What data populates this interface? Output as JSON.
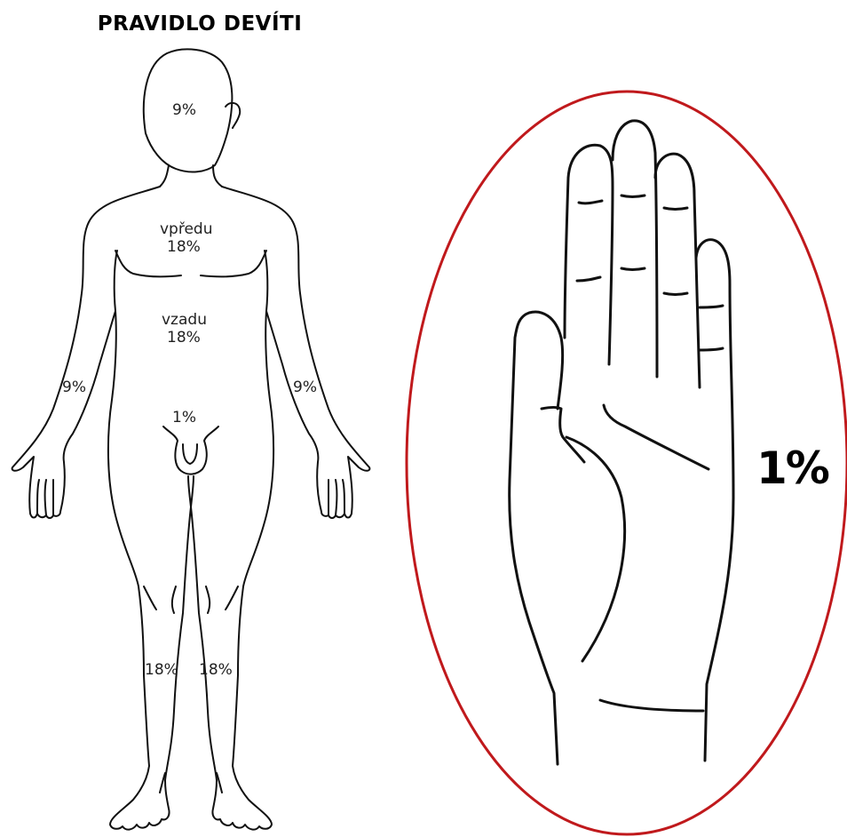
{
  "title": "PRAVIDLO DEVÍTI",
  "regions": {
    "head": "9%",
    "front_name": "vpředu",
    "front_pct": "18%",
    "back_name": "vzadu",
    "back_pct": "18%",
    "left_arm": "9%",
    "right_arm": "9%",
    "genital": "1%",
    "left_leg": "18%",
    "right_leg": "18%"
  },
  "palm": {
    "label": "1%"
  },
  "colors": {
    "outline": "#111111",
    "oval": "#c0191c"
  }
}
